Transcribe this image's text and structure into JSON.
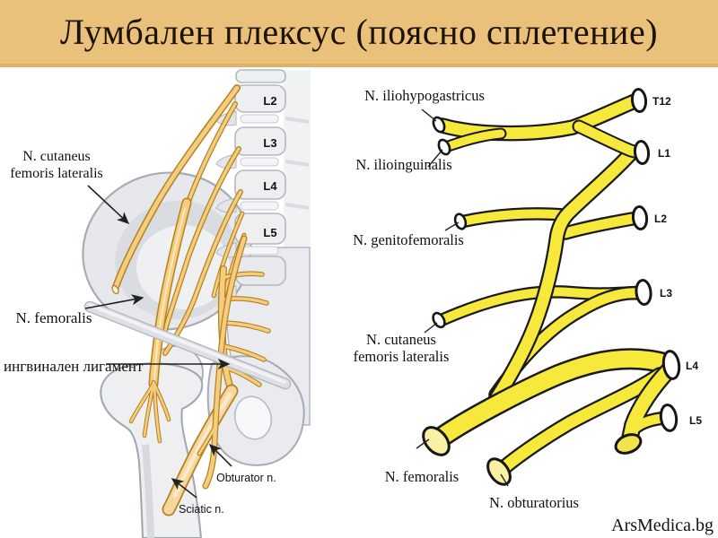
{
  "title": "Лумбален плексус (поясно сплетение)",
  "watermark": "ArsMedica.bg",
  "colors": {
    "title_bg": "#eac17a",
    "title_border": "#dfb066",
    "title_text": "#1c1206",
    "schematic_nerve_yellow": "#f7e93c",
    "schematic_cap_pale": "#f8f1a4",
    "schematic_cap_deep": "#f2e34e",
    "schematic_outline": "#1a1a1a",
    "anatomy_nerve_tan": "#f4cd7f",
    "anatomy_nerve_outline": "#b5801f",
    "bone_fill": "#edeff1",
    "bone_stroke": "#a6acb4",
    "root_cap_white": "#ffffff"
  },
  "left_figure": {
    "vertebrae": [
      "L2",
      "L3",
      "L4",
      "L5"
    ],
    "labels": {
      "cutaneus_line1": "N. cutaneus",
      "cutaneus_line2": "femoris lateralis",
      "femoralis": "N. femoralis",
      "inguinal_ligament": "ингвинален лигамент",
      "obturator": "Obturator n.",
      "sciatic": "Sciatic n."
    }
  },
  "right_figure": {
    "roots": [
      "T12",
      "L1",
      "L2",
      "L3",
      "L4",
      "L5"
    ],
    "labels": {
      "iliohypogastricus": "N. iliohypogastricus",
      "ilioinguinalis": "N. ilioinguinalis",
      "genitofemoralis": "N. genitofemoralis",
      "cutaneus_line1": "N. cutaneus",
      "cutaneus_line2": "femoris lateralis",
      "femoralis": "N. femoralis",
      "obturatorius": "N. obturatorius"
    }
  }
}
